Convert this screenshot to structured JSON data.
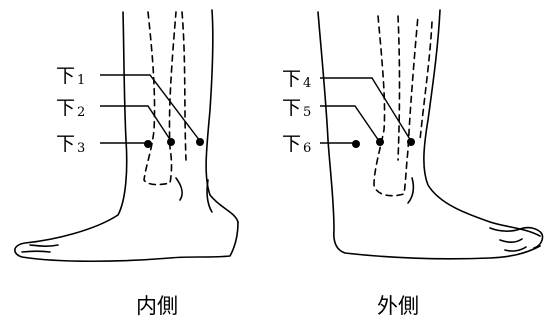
{
  "figure": {
    "left_view": {
      "caption": "内側",
      "points": [
        {
          "main": "下",
          "sub": "1"
        },
        {
          "main": "下",
          "sub": "2"
        },
        {
          "main": "下",
          "sub": "3"
        }
      ]
    },
    "right_view": {
      "caption": "外側",
      "points": [
        {
          "main": "下",
          "sub": "4"
        },
        {
          "main": "下",
          "sub": "5"
        },
        {
          "main": "下",
          "sub": "6"
        }
      ]
    }
  },
  "colors": {
    "ink": "#000000",
    "background": "#ffffff"
  }
}
